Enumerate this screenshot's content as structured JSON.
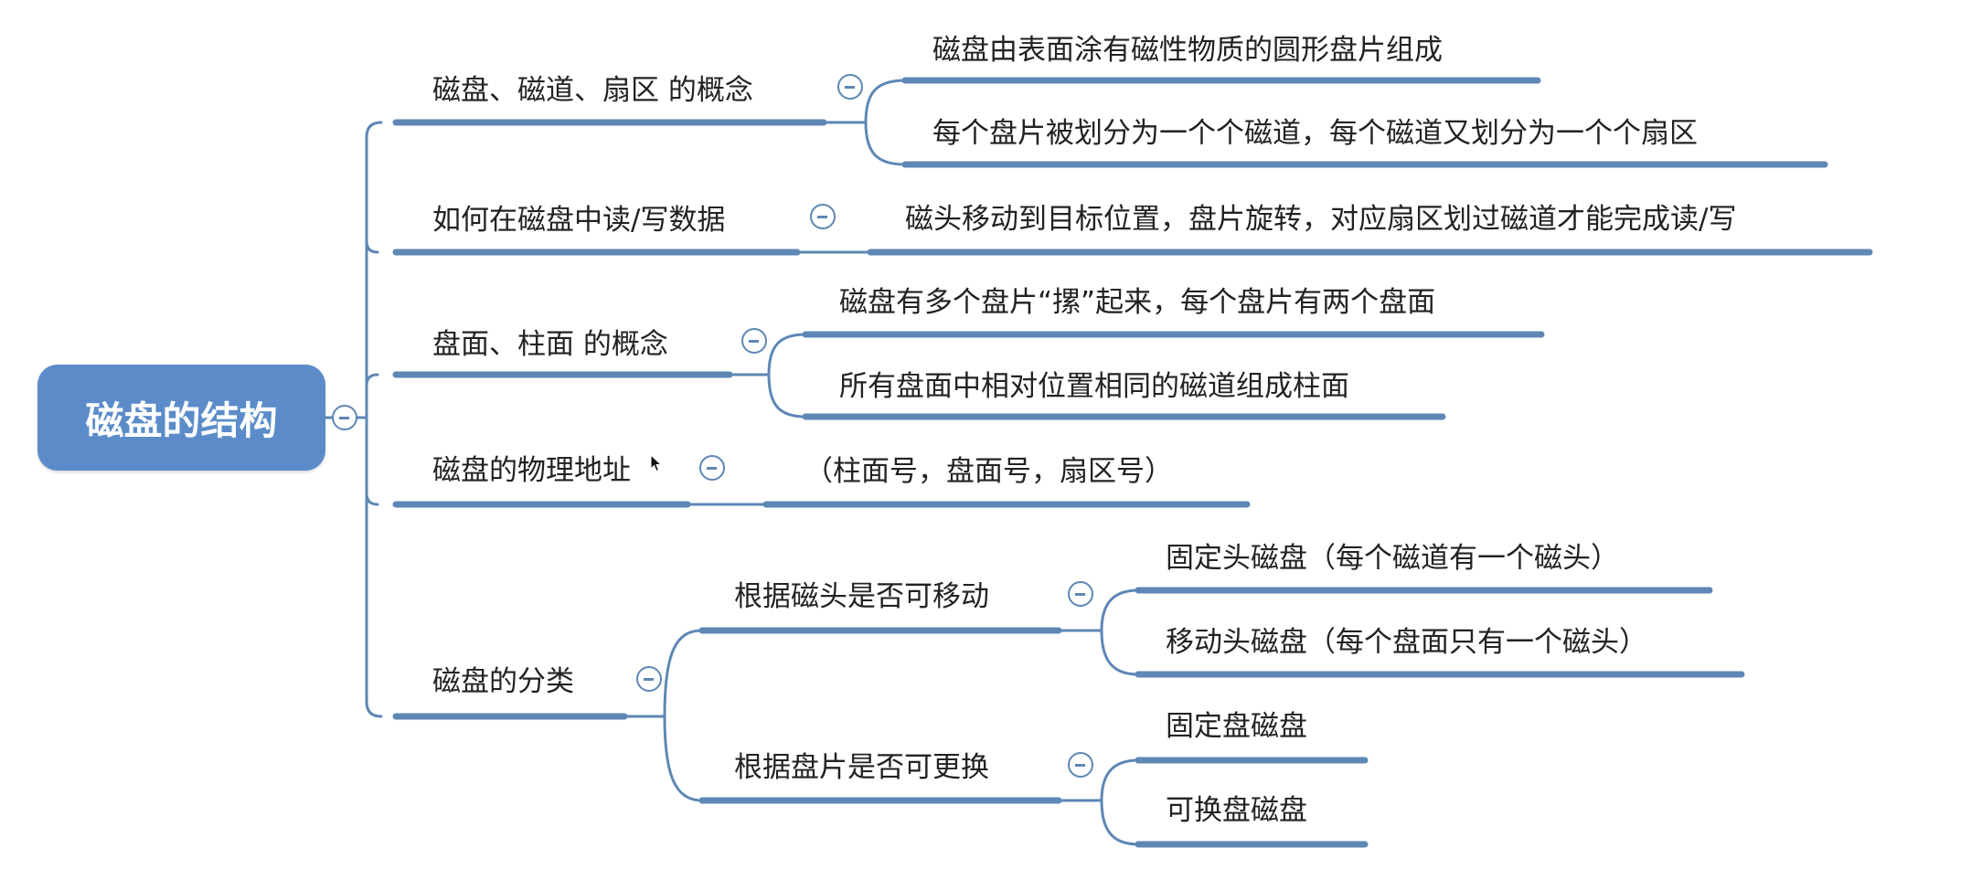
{
  "root": {
    "label": "磁盘的结构"
  },
  "branches": [
    {
      "label": "磁盘、磁道、扇区 的概念",
      "children": [
        "磁盘由表面涂有磁性物质的圆形盘片组成",
        "每个盘片被划分为一个个磁道，每个磁道又划分为一个个扇区"
      ]
    },
    {
      "label": "如何在磁盘中读/写数据",
      "children": [
        "磁头移动到目标位置，盘片旋转，对应扇区划过磁道才能完成读/写"
      ]
    },
    {
      "label": "盘面、柱面 的概念",
      "children": [
        "磁盘有多个盘片“摞”起来，每个盘片有两个盘面",
        "所有盘面中相对位置相同的磁道组成柱面"
      ]
    },
    {
      "label": "磁盘的物理地址",
      "children": [
        "（柱面号，盘面号，扇区号）"
      ]
    },
    {
      "label": "磁盘的分类",
      "subgroups": [
        {
          "label": "根据磁头是否可移动",
          "children": [
            "固定头磁盘（每个磁道有一个磁头）",
            "移动头磁盘（每个盘面只有一个磁头）"
          ]
        },
        {
          "label": "根据盘片是否可更换",
          "children": [
            "固定盘磁盘",
            "可换盘磁盘"
          ]
        }
      ]
    }
  ],
  "colors": {
    "line": "#5d87b5",
    "root_fill": "#5b8cc9",
    "text": "#222222"
  },
  "icons": {
    "toggle": "collapse-minus-icon",
    "cursor": "mouse-pointer-icon"
  }
}
